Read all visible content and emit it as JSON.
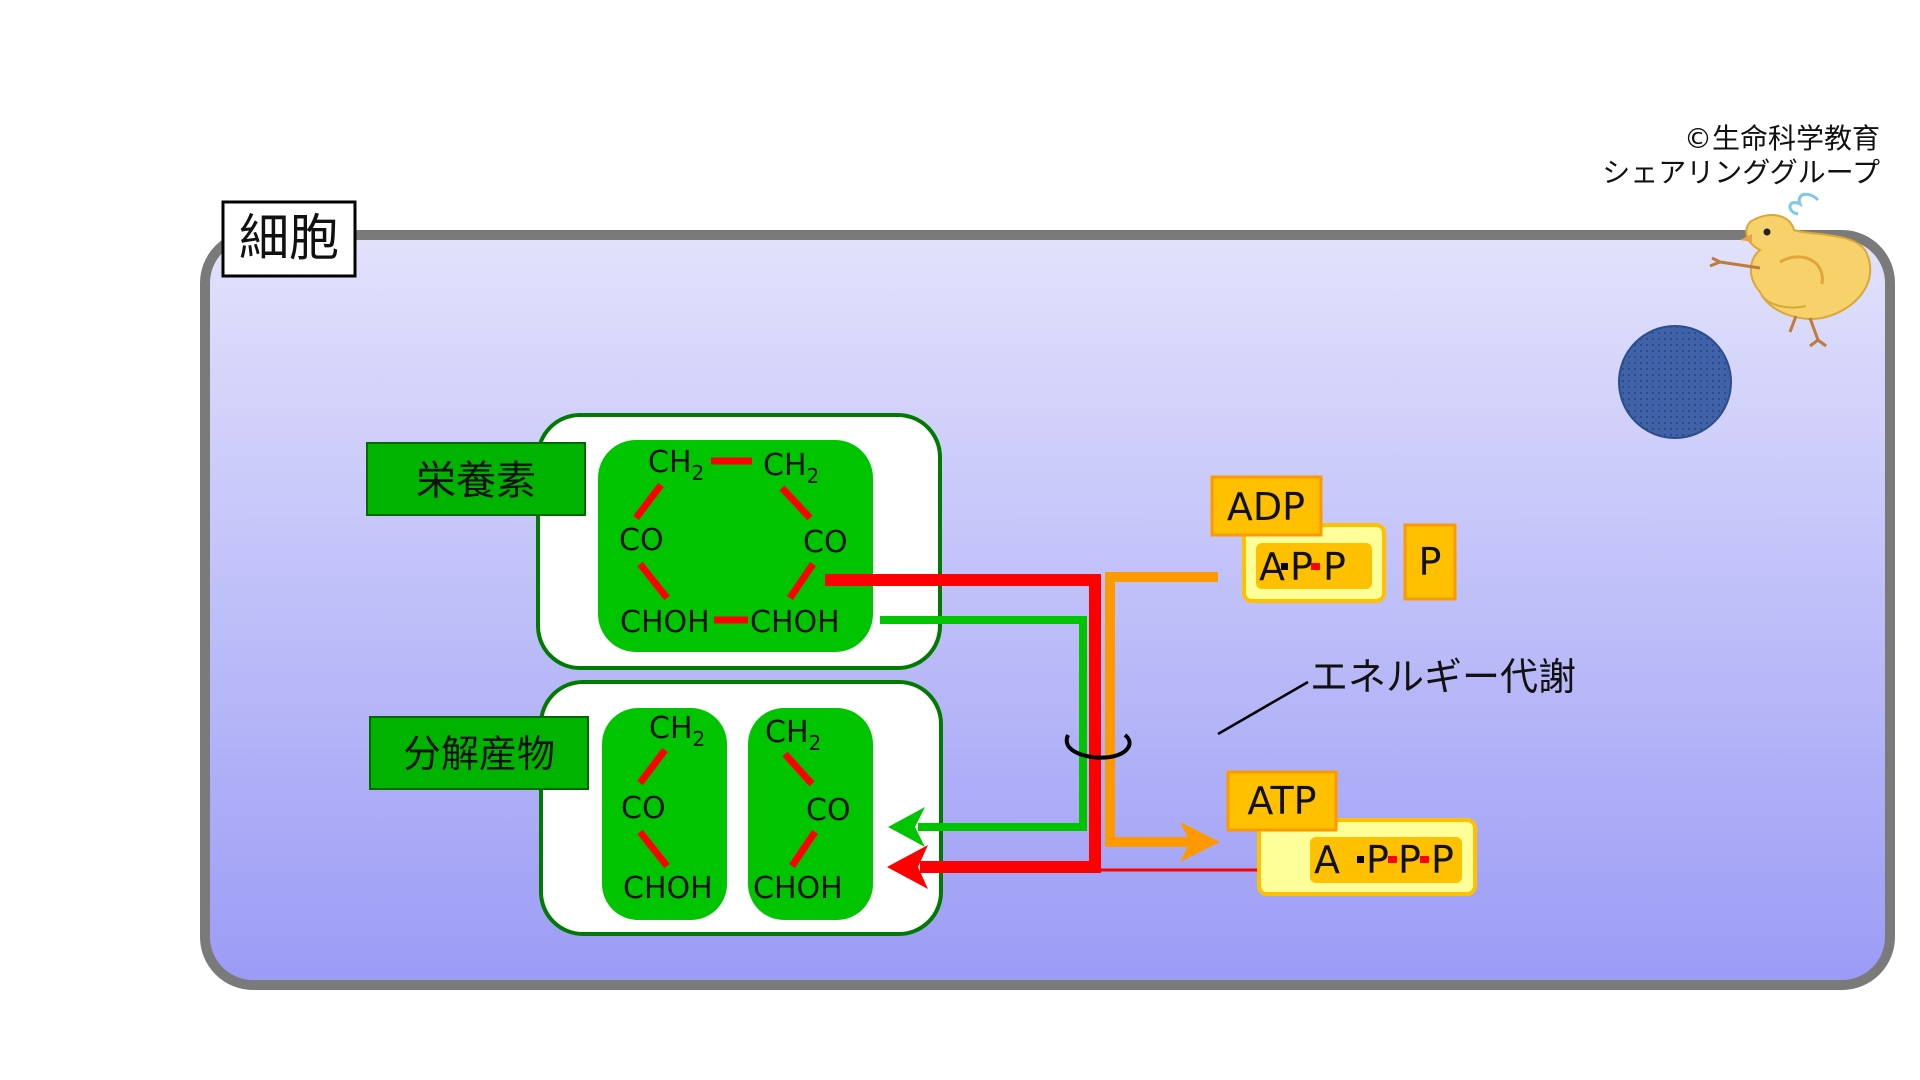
{
  "copyright": {
    "line1": "©生命科学教育",
    "line2": "シェアリンググループ"
  },
  "cell": {
    "label": "細胞"
  },
  "nutrient": {
    "label": "栄養素",
    "molecule": {
      "top_left": "CH",
      "top_right": "CH",
      "sub": "2",
      "mid_left": "CO",
      "mid_right": "CO",
      "bottom_left": "CHOH",
      "bottom_right": "CHOH"
    }
  },
  "products": {
    "label": "分解産物",
    "left": {
      "top": "CH",
      "sub": "2",
      "mid": "CO",
      "bottom": "CHOH"
    },
    "right": {
      "top": "CH",
      "sub": "2",
      "mid": "CO",
      "bottom": "CHOH"
    }
  },
  "adp": {
    "label": "ADP",
    "formula": {
      "a": "A",
      "p1": "P",
      "p2": "P"
    },
    "phosphate": "P"
  },
  "atp": {
    "label": "ATP",
    "formula": {
      "a": "A",
      "p1": "P",
      "p2": "P",
      "p3": "P"
    }
  },
  "metabolism": {
    "label": "エネルギー代謝"
  },
  "colors": {
    "cell_top": "#e2e2fc",
    "cell_bottom": "#9b9bf6",
    "cell_border": "#7a7a7a",
    "green": "#00c400",
    "label_green": "#00b300",
    "red": "#ff0000",
    "orange": "#ff9900",
    "atp_box": "#ffc000",
    "atp_light": "#ffff99",
    "nucleus": "#3b5fa6"
  },
  "icons": [
    "chick-illustration",
    "nucleus"
  ]
}
